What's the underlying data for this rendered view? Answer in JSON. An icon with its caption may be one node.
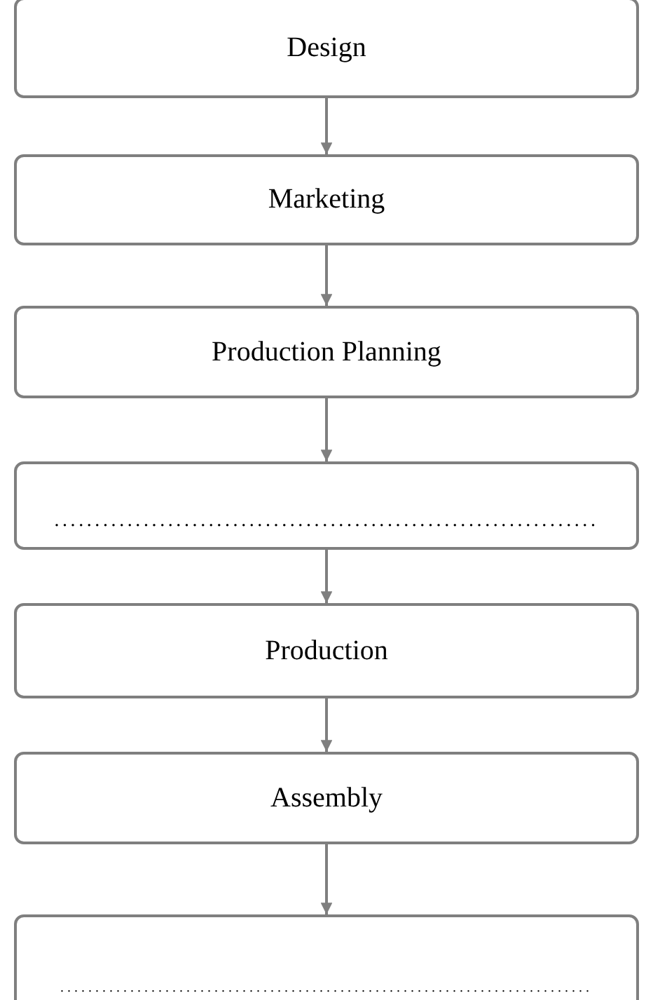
{
  "diagram": {
    "nodes": [
      {
        "text": [
          "Design"
        ]
      },
      {
        "text": [
          "Marketing"
        ]
      },
      {
        "text": [
          "Production Planning"
        ]
      },
      {
        "text": [
          "..................................................................."
        ]
      },
      {
        "text": [
          "Production"
        ]
      },
      {
        "text": [
          "Assembly"
        ]
      },
      {
        "text": [
          "............................................................................"
        ]
      }
    ],
    "edges": [
      {
        "from": 0,
        "to": 1,
        "arrow": "to"
      },
      {
        "from": 1,
        "to": 2,
        "arrow": "to"
      },
      {
        "from": 2,
        "to": 3,
        "arrow": "to"
      },
      {
        "from": 3,
        "to": 4,
        "arrow": "to"
      },
      {
        "from": 4,
        "to": 5,
        "arrow": "to"
      },
      {
        "from": 5,
        "to": 6,
        "arrow": "to"
      }
    ]
  }
}
